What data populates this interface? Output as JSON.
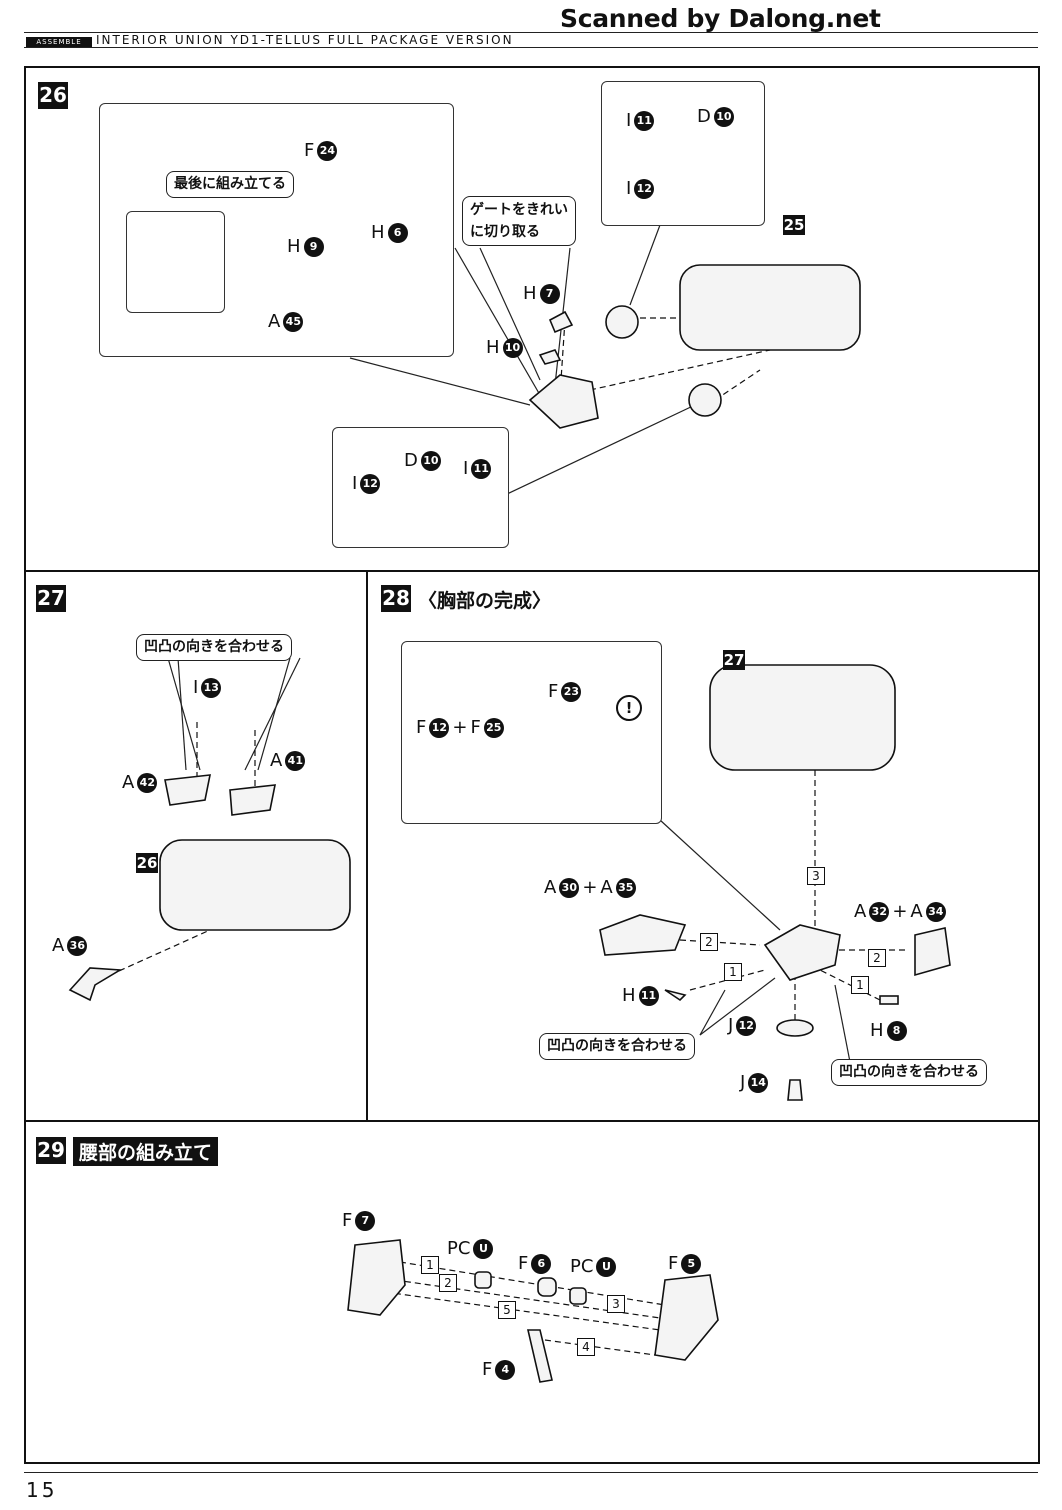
{
  "watermark": "Scanned by Dalong.net",
  "header": {
    "tag": "ASSEMBLE",
    "title": "INTERIOR UNION YD1-TELLUS FULL PACKAGE VERSION"
  },
  "steps": {
    "s26": {
      "number": "26",
      "callouts": {
        "assemble_last": "最後に組み立てる",
        "cut_gate": [
          "ゲートをきれい",
          "に切り取る"
        ]
      },
      "parts": {
        "F24": {
          "letter": "F",
          "num": "24"
        },
        "H9": {
          "letter": "H",
          "num": "9"
        },
        "H6": {
          "letter": "H",
          "num": "6"
        },
        "A45": {
          "letter": "A",
          "num": "45"
        },
        "H7": {
          "letter": "H",
          "num": "7"
        },
        "H10": {
          "letter": "H",
          "num": "10"
        },
        "I11a": {
          "letter": "I",
          "num": "11"
        },
        "D10a": {
          "letter": "D",
          "num": "10"
        },
        "I12a": {
          "letter": "I",
          "num": "12"
        },
        "D10b": {
          "letter": "D",
          "num": "10"
        },
        "I12b": {
          "letter": "I",
          "num": "12"
        },
        "I11b": {
          "letter": "I",
          "num": "11"
        }
      },
      "ref_step": "25"
    },
    "s27": {
      "number": "27",
      "callouts": {
        "align": "凹凸の向きを合わせる"
      },
      "parts": {
        "I13": {
          "letter": "I",
          "num": "13"
        },
        "A42": {
          "letter": "A",
          "num": "42"
        },
        "A41": {
          "letter": "A",
          "num": "41"
        },
        "A36": {
          "letter": "A",
          "num": "36"
        }
      },
      "ref_step": "26"
    },
    "s28": {
      "number": "28",
      "title": "〈胸部の完成〉",
      "callouts": {
        "align_a": "凹凸の向きを合わせる",
        "align_b": "凹凸の向きを合わせる"
      },
      "parts": {
        "F12": {
          "letter": "F",
          "num": "12"
        },
        "F25": {
          "letter": "F",
          "num": "25"
        },
        "F23": {
          "letter": "F",
          "num": "23"
        },
        "A30": {
          "letter": "A",
          "num": "30"
        },
        "A35": {
          "letter": "A",
          "num": "35"
        },
        "A32": {
          "letter": "A",
          "num": "32"
        },
        "A34": {
          "letter": "A",
          "num": "34"
        },
        "H11": {
          "letter": "H",
          "num": "11"
        },
        "J12": {
          "letter": "J",
          "num": "12"
        },
        "J14": {
          "letter": "J",
          "num": "14"
        },
        "H8": {
          "letter": "H",
          "num": "8"
        }
      },
      "plus": "+",
      "warning": "!",
      "ref_step": "27",
      "order": [
        "3",
        "2",
        "2",
        "1",
        "1"
      ]
    },
    "s29": {
      "number": "29",
      "title": "腰部の組み立て",
      "parts": {
        "F7": {
          "letter": "F",
          "num": "7"
        },
        "PCU1": {
          "letter": "PC",
          "num": "U"
        },
        "F6": {
          "letter": "F",
          "num": "6"
        },
        "PCU2": {
          "letter": "PC",
          "num": "U"
        },
        "F5": {
          "letter": "F",
          "num": "5"
        },
        "F4": {
          "letter": "F",
          "num": "4"
        }
      },
      "order": [
        "1",
        "2",
        "5",
        "3",
        "4"
      ]
    }
  },
  "page_number": "15"
}
